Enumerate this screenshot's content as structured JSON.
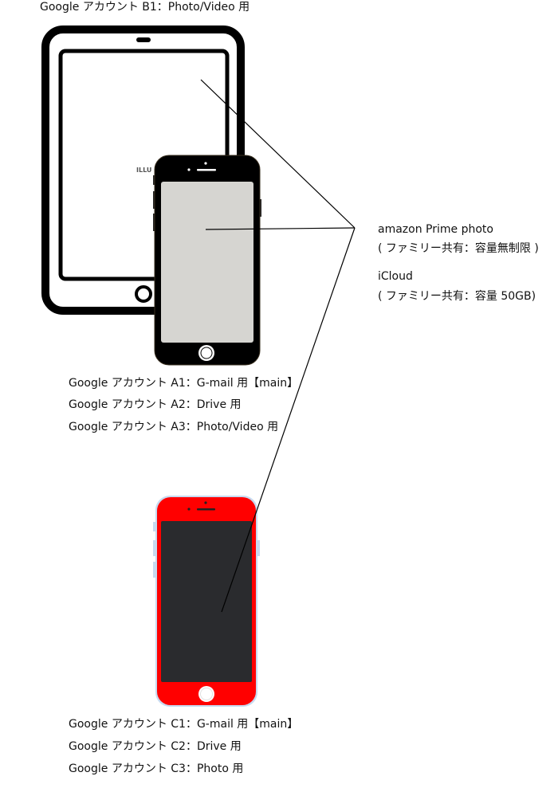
{
  "title": "Google アカウント B1：Photo/Video 用",
  "watermark": "ILLU",
  "services": [
    {
      "name": "amazon Prime photo",
      "note": "( ファミリー共有：容量無制限 )"
    },
    {
      "name": "iCloud",
      "note": "( ファミリー共有：容量 50GB)"
    }
  ],
  "device_a_accounts": [
    "Google アカウント A1：G-mail 用【main】",
    "Google アカウント A2：Drive 用",
    "Google アカウント A3：Photo/Video 用"
  ],
  "device_c_accounts": [
    "Google アカウント C1：G-mail 用【main】",
    "Google アカウント C2：Drive 用",
    "Google アカウント C3：Photo 用"
  ],
  "colors": {
    "red_phone": "#ff0000",
    "black_phone": "#000000",
    "screen_light": "#d6d5d1",
    "screen_dark": "#2a2b2e"
  }
}
